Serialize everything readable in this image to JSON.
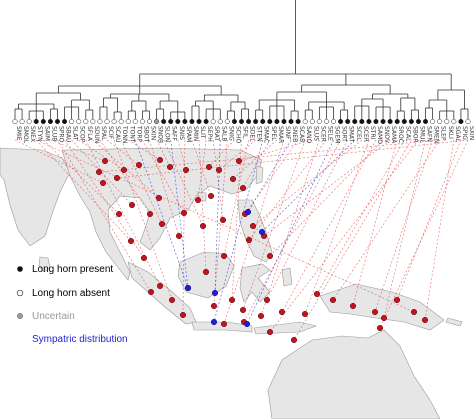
{
  "legend": {
    "present": "Long horn present",
    "absent": "Long horn absent",
    "uncertain": "Uncertain",
    "sympatric": "Sympatric distribution"
  },
  "colors": {
    "present": "#111111",
    "absent": "#ffffff",
    "uncertain": "#9a9a9a",
    "sympatric": "#1f1fd6",
    "occurrence": "#c0141e",
    "link": "#e23b3b",
    "land": "#e6e6e6",
    "coast": "#9a9a9a",
    "tree": "#333333"
  },
  "tips": [
    {
      "label": "SMIE",
      "state": "absent"
    },
    {
      "label": "SMOL",
      "state": "absent"
    },
    {
      "label": "SNEX",
      "state": "absent"
    },
    {
      "label": "STYN",
      "state": "present"
    },
    {
      "label": "SAIM",
      "state": "present"
    },
    {
      "label": "SLUB",
      "state": "present"
    },
    {
      "label": "SPRO",
      "state": "present"
    },
    {
      "label": "SBAU",
      "state": "present"
    },
    {
      "label": "SLAT",
      "state": "absent"
    },
    {
      "label": "SCOP",
      "state": "absent"
    },
    {
      "label": "SFLA",
      "state": "absent"
    },
    {
      "label": "SDUN",
      "state": "absent"
    },
    {
      "label": "SPAL",
      "state": "absent"
    },
    {
      "label": "SCIF",
      "state": "absent"
    },
    {
      "label": "SCAU",
      "state": "absent"
    },
    {
      "label": "TONN",
      "state": "absent"
    },
    {
      "label": "TONT",
      "state": "absent"
    },
    {
      "label": "TORP",
      "state": "absent"
    },
    {
      "label": "SBOT",
      "state": "absent"
    },
    {
      "label": "SXIN",
      "state": "absent"
    },
    {
      "label": "SNOB",
      "state": "uncertain"
    },
    {
      "label": "SLON",
      "state": "present"
    },
    {
      "label": "SAFF",
      "state": "present"
    },
    {
      "label": "SNIS",
      "state": "present"
    },
    {
      "label": "SPAM",
      "state": "present"
    },
    {
      "label": "SMIN",
      "state": "present"
    },
    {
      "label": "SLIT",
      "state": "present"
    },
    {
      "label": "SEPH",
      "state": "present"
    },
    {
      "label": "SRAT",
      "state": "absent"
    },
    {
      "label": "SALB",
      "state": "absent"
    },
    {
      "label": "SNIG",
      "state": "absent"
    },
    {
      "label": "SCHO",
      "state": "present"
    },
    {
      "label": "SFIL",
      "state": "present"
    },
    {
      "label": "SDEL",
      "state": "present"
    },
    {
      "label": "STEN",
      "state": "present"
    },
    {
      "label": "SMAC",
      "state": "present"
    },
    {
      "label": "SPEL",
      "state": "present"
    },
    {
      "label": "SMAR",
      "state": "present"
    },
    {
      "label": "SINF",
      "state": "present"
    },
    {
      "label": "SNEB",
      "state": "present"
    },
    {
      "label": "SCAB",
      "state": "present"
    },
    {
      "label": "SANO",
      "state": "absent"
    },
    {
      "label": "SLUS",
      "state": "absent"
    },
    {
      "label": "SCER",
      "state": "absent"
    },
    {
      "label": "SELE",
      "state": "absent"
    },
    {
      "label": "SGEM",
      "state": "absent"
    },
    {
      "label": "SORT",
      "state": "present"
    },
    {
      "label": "SMAT",
      "state": "present"
    },
    {
      "label": "SCEL",
      "state": "present"
    },
    {
      "label": "SCER",
      "state": "present"
    },
    {
      "label": "STRI",
      "state": "present"
    },
    {
      "label": "SAMO",
      "state": "present"
    },
    {
      "label": "SNOV",
      "state": "present"
    },
    {
      "label": "SAMA",
      "state": "present"
    },
    {
      "label": "SROC",
      "state": "present"
    },
    {
      "label": "SCAL",
      "state": "present"
    },
    {
      "label": "SBOR",
      "state": "present"
    },
    {
      "label": "SMUL",
      "state": "present"
    },
    {
      "label": "SAFN",
      "state": "present"
    },
    {
      "label": "SMEN",
      "state": "absent"
    },
    {
      "label": "SLEP",
      "state": "absent"
    },
    {
      "label": "SKLI",
      "state": "absent"
    },
    {
      "label": "SGAL",
      "state": "absent"
    },
    {
      "label": "SPIG",
      "state": "present"
    },
    {
      "label": "SXIN",
      "state": "absent"
    }
  ]
}
